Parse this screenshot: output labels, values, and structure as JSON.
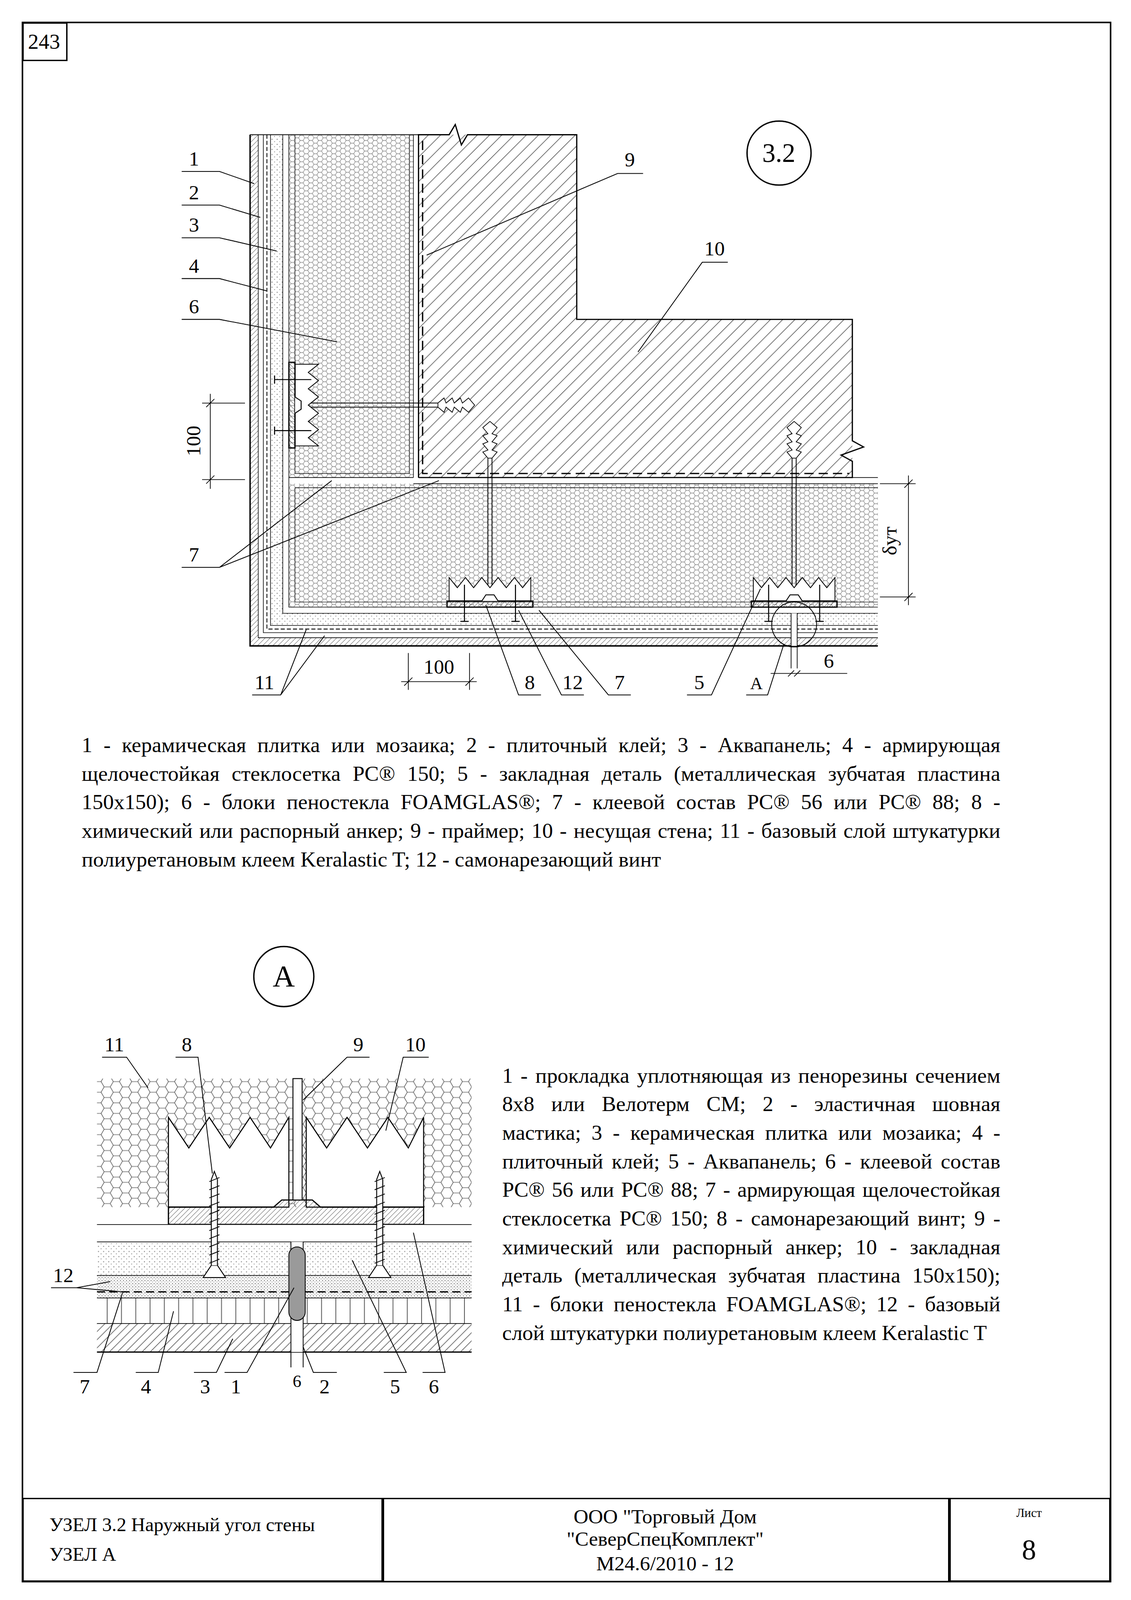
{
  "diagram": {
    "nodes": [
      {
        "text": [
          "243"
        ]
      },
      {
        "text": [
          "3.2"
        ]
      },
      {
        "text": [
          "А"
        ]
      },
      {
        "text": [
          "УЗЕЛ 3.2 Наружный угол стены",
          "УЗЕЛ А"
        ]
      },
      {
        "text": [
          "ООО \"Торговый Дом \"СеверСпецКомплект\"",
          "М24.6/2010 - 12"
        ]
      },
      {
        "text": [
          "Лист",
          "8"
        ]
      }
    ],
    "labels": [
      "1",
      "2",
      "3",
      "4",
      "6",
      "100",
      "7",
      "11",
      "100",
      "8",
      "12",
      "7",
      "5",
      "А",
      "6",
      "9",
      "10",
      "δут",
      "1 - керамическая плитка или мозаика; 2 - плиточный клей; 3 - Аквапанель; 4 - армирующая щелочестойкая стеклосетка PC® 150; 5 - закладная деталь (металлическая зубчатая пластина 150х150); 6 - блоки пеностекла FOAMGLAS®; 7 - клеевой состав PC® 56 или PC® 88; 8 - химический или распорный анкер; 9 - праймер; 10 - несущая стена; 11 - базовый слой штукатурки полиуретановым клеем Keralastic T; 12 - самонарезающий винт",
      "11",
      "8",
      "9",
      "10",
      "12",
      "7",
      "4",
      "3",
      "1",
      "6",
      "2",
      "5",
      "6",
      "1 - прокладка уплотняющая из пенорезины сечением 8х8 или Велотерм СМ; 2 - эластичная шовная мастика; 3 - керамическая плитка или мозаика; 4 - плиточный клей; 5 - Аквапанель; 6 - клеевой состав PC® 56 или PC® 88; 7 - армирующая щелочестойкая стеклосетка PC® 150; 8 - самонарезающий винт; 9 - химический или распорный анкер; 10 - закладная деталь (металлическая зубчатая пластина 150х150); 11 - блоки пеностекла FOAMGLAS®; 12 - базовый слой штукатурки полиуретановым клеем Keralastic T"
    ]
  }
}
